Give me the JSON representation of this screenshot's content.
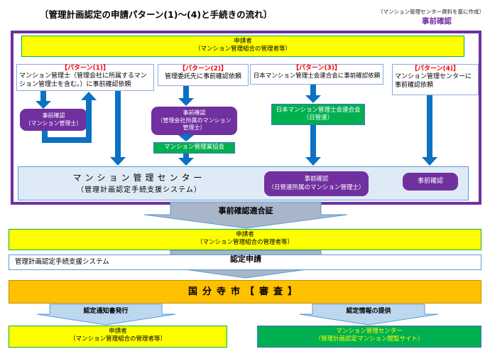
{
  "header": {
    "title": "〔管理計画認定の申請パターン(1)～(4)と手続きの流れ〕",
    "source_note": "（マンション管理センター資料を基に作成）",
    "precheck_legend": "事前確認"
  },
  "colors": {
    "purple": "#7030A0",
    "green": "#00B050",
    "yellow": "#FFFF00",
    "orange": "#FFC000",
    "flow_arrow_blue": "#0C71C3",
    "panel_fill": "#DEEBF7",
    "panel_border": "#5B9BD5",
    "big_arrow_fill": "#A9B5C9",
    "small_arrow_fill": "#BDD7EE",
    "pattern_title_red": "#FF0000"
  },
  "precheck": {
    "applicant_bar": [
      "申請者",
      "（マンション管理組合の管理者等）"
    ],
    "patterns": [
      {
        "title": "【パターン(1)】",
        "body": "マンション管理士（管理会社に所属するマンション管理士を含む。）に事前確認依頼"
      },
      {
        "title": "【パターン(2)】",
        "body": "管理委託先に事前確認依頼"
      },
      {
        "title": "【パターン(3)】",
        "body": "日本マンション管理士会連合会に事前確認依頼"
      },
      {
        "title": "【パターン(4)】",
        "body": "マンション管理センターに事前確認依頼"
      }
    ],
    "p1_check": [
      "事前確認",
      "（マンション管理士）"
    ],
    "p2_check": [
      "事前確認",
      "（管理会社所属のマンション",
      "管理士）"
    ],
    "p2_org": [
      "マンション管理業協会"
    ],
    "p3_org": [
      "日本マンション管理士会連合会",
      "（日管連）"
    ],
    "p3_check": [
      "事前確認",
      "（日管連所属のマンション管理士）"
    ],
    "p4_check": [
      "事前確認"
    ],
    "center_bar": [
      "マンション管理センター",
      "（管理計画認定手続支援システム）"
    ]
  },
  "procedure": {
    "cert_arrow": "事前確認適合証",
    "applicant_bar": [
      "申請者",
      "（マンション管理組合の管理者等）"
    ],
    "system_label": "管理計画認定手続支援システム",
    "apply_arrow": "認定申請",
    "city_review": "国分寺市【審査】",
    "notice_arrow": "認定通知書発行",
    "info_arrow": "認定情報の提供",
    "applicant_box": [
      "申請者",
      "（マンション管理組合の管理者等）"
    ],
    "center_site_box": [
      "マンション管理センター",
      "（管理計画認定マンション閲覧サイト）"
    ]
  }
}
